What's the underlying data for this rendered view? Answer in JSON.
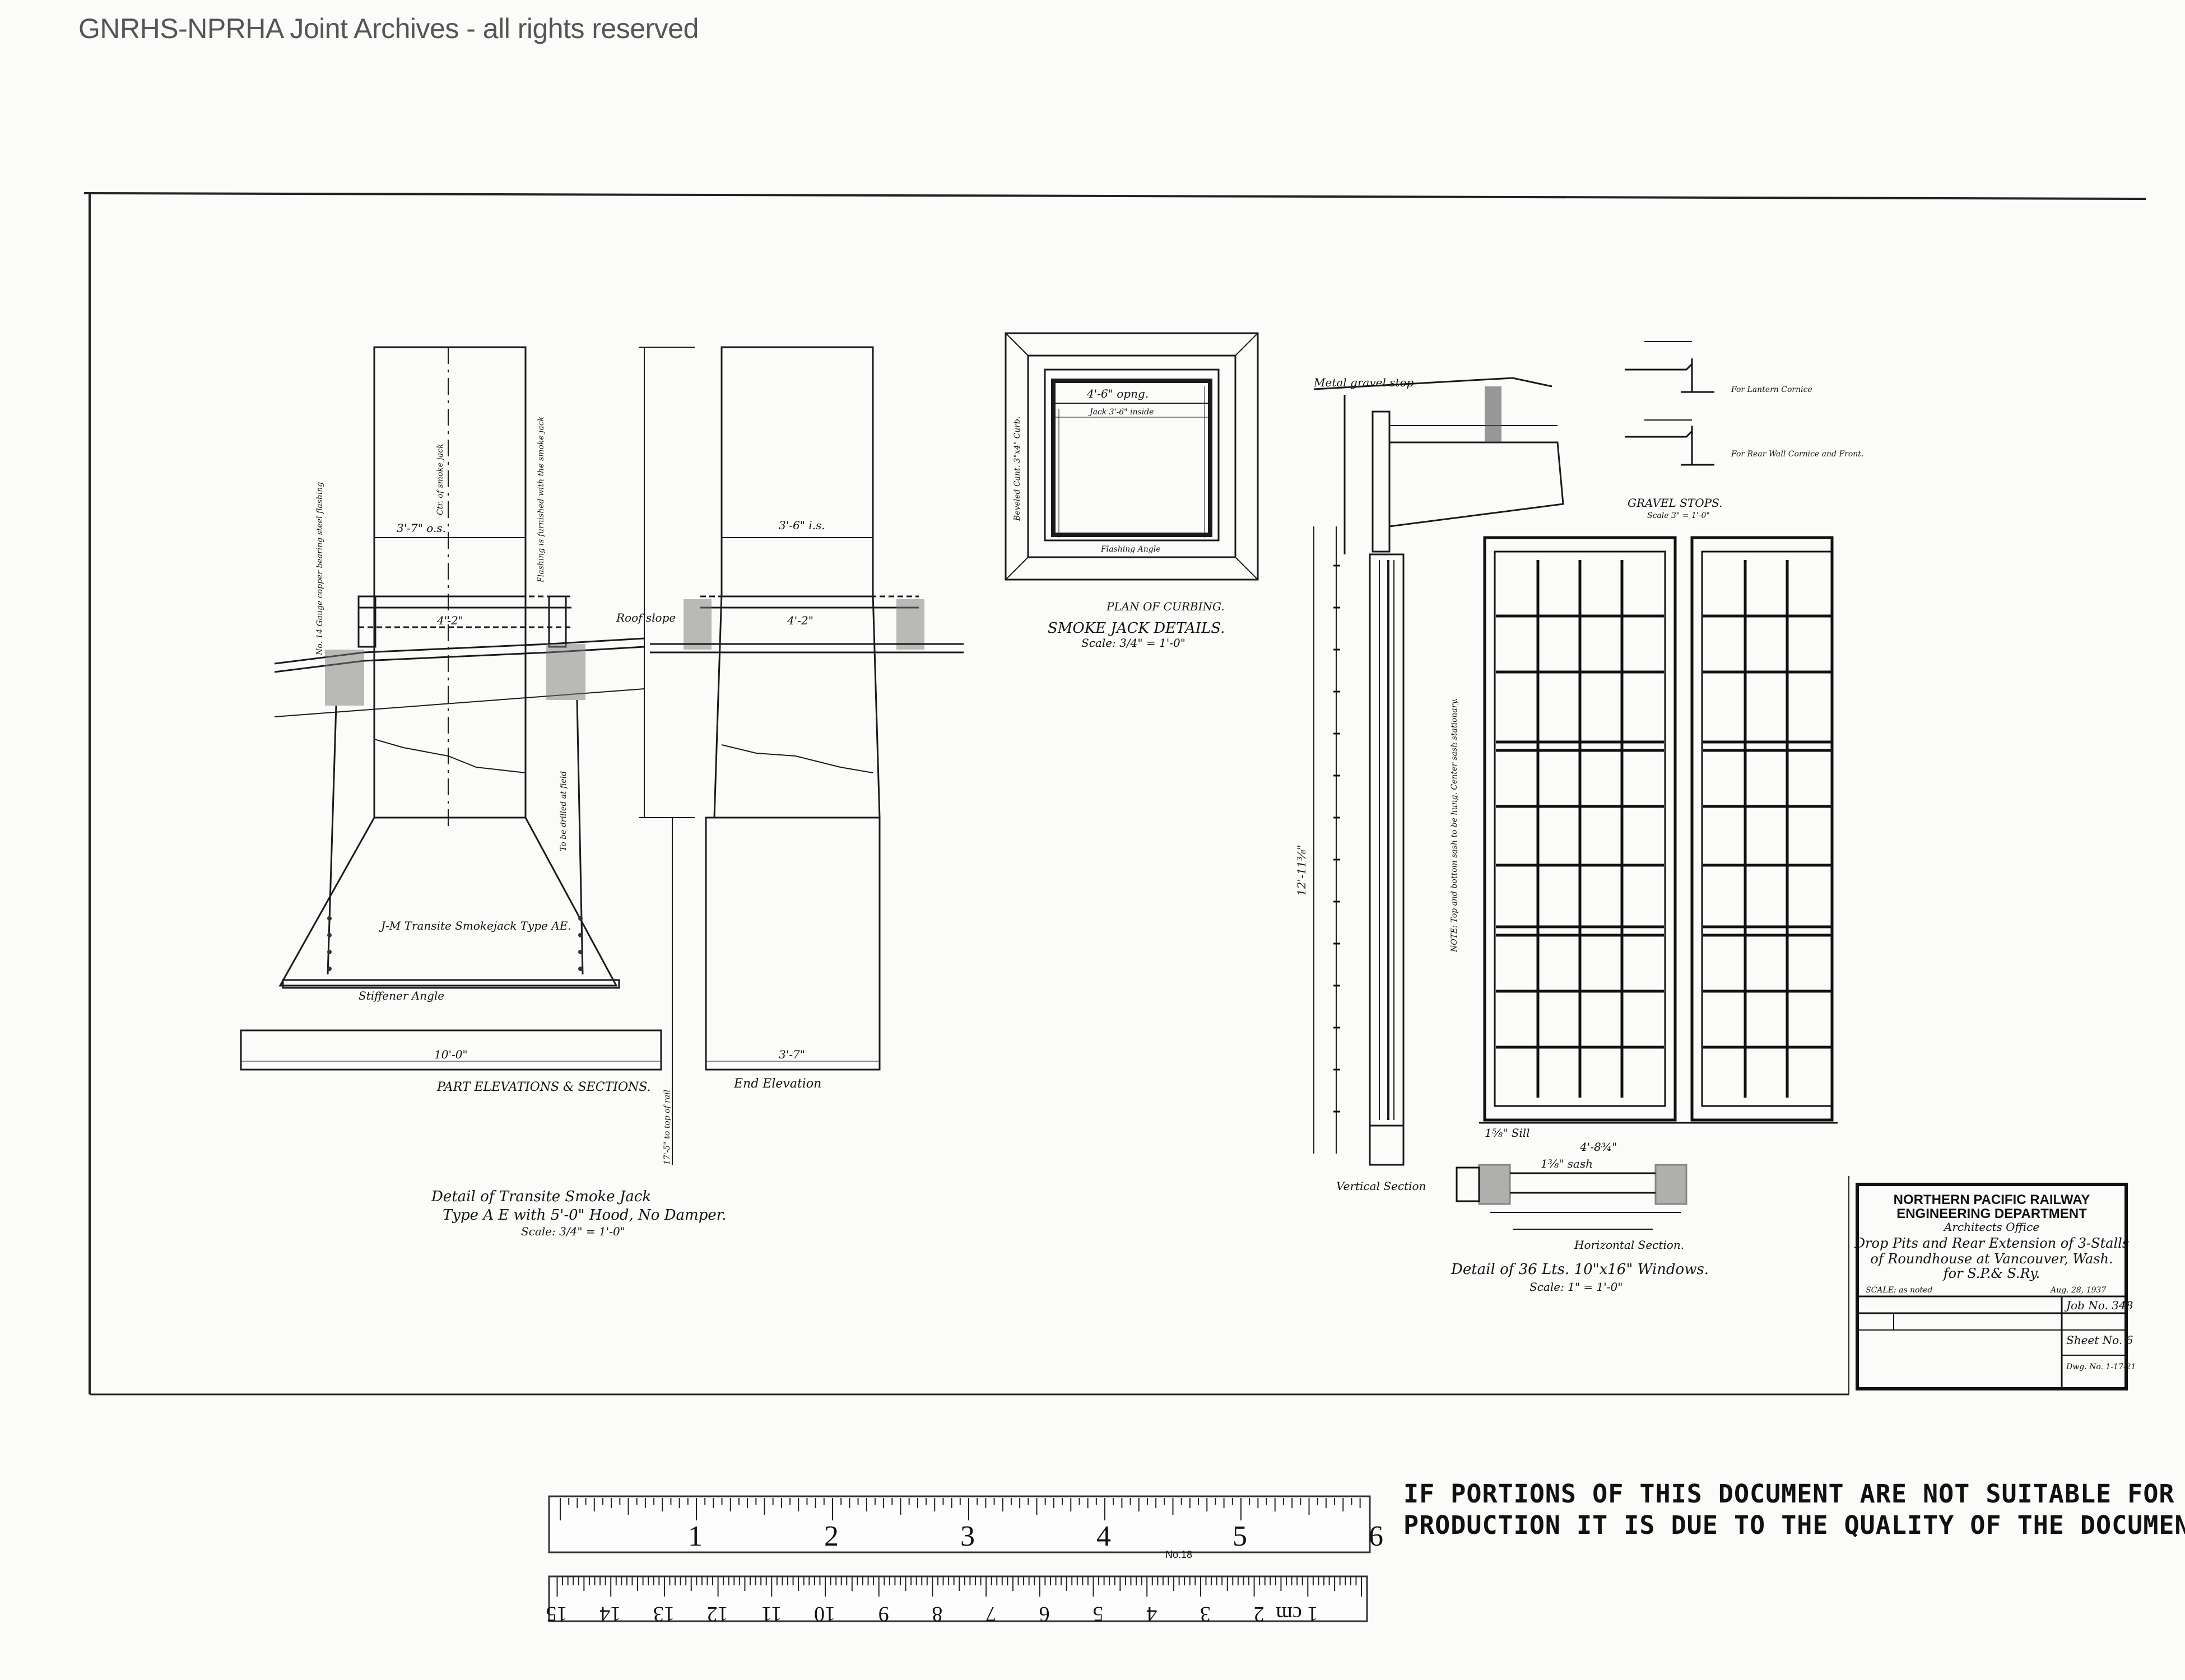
{
  "watermark": "GNRHS-NPRHA Joint Archives - all rights reserved",
  "drawing": {
    "left_detail": {
      "caption_elev": "PART ELEVATIONS & SECTIONS.",
      "caption_end": "End Elevation",
      "title": "Detail of Transite Smoke Jack",
      "subtitle": "Type A E with 5'-0\" Hood, No Damper.",
      "scale": "Scale: 3/4\" = 1'-0\"",
      "label_jack": "J-M Transite Smokejack Type AE.",
      "label_stiffener": "Stiffener Angle",
      "label_flashing": "No. 14 Gauge copper bearing steel flashing",
      "label_center": "Ctr. of smoke jack",
      "label_flash2": "Flashing is furnished with the smoke jack",
      "label_roof": "Roof slope",
      "label_field": "To be drilled at field",
      "dim_37": "3'-7\" o.s.",
      "dim_36": "3'-6\" i.s.",
      "dim_100": "10'-0\"",
      "dim_37b": "3'-7\"",
      "dim_42": "4'-2\"",
      "dim_bottom": "10'-0\"",
      "dim_drop": "17'-5\" to top of rail"
    },
    "curbing": {
      "caption": "PLAN OF CURBING.",
      "title": "SMOKE JACK DETAILS.",
      "scale": "Scale: 3/4\" = 1'-0\"",
      "dim_opng": "4'-6\" opng.",
      "dim_inside": "Jack 3'-6\" inside",
      "label_curb": "Beveled Cant. 3\"x4\" Curb.",
      "label_flash": "Flashing Angle"
    },
    "window": {
      "label_metal": "Metal gravel stop",
      "label_gravel_title": "GRAVEL STOPS.",
      "gravel_scale": "Scale 3\" = 1'-0\"",
      "label_lantern": "For Lantern Cornice",
      "label_rearwall": "For Rear Wall Cornice and Front.",
      "vertical_section": "Vertical Section",
      "horizontal_section": "Horizontal Section.",
      "title": "Detail of 36 Lts. 10\"x16\" Windows.",
      "scale": "Scale: 1\" = 1'-0\"",
      "note": "NOTE: Top and bottom sash to be hung. Center sash stationary.",
      "dim_sash": "1⅜\" sash",
      "dim_width": "4'-8¾\"",
      "dim_sill": "1⅝\" Sill",
      "dim_height": "12'-11⅜\""
    }
  },
  "title_block": {
    "company": "NORTHERN PACIFIC RAILWAY",
    "department": "ENGINEERING DEPARTMENT",
    "office": "Architects Office",
    "line1": "Drop Pits and Rear Extension of 3-Stalls",
    "line2": "of Roundhouse at Vancouver, Wash.",
    "line3": "for S.P.& S.Ry.",
    "scale_label": "SCALE: as noted",
    "date": "Aug. 28, 1937",
    "job": "Job No. 348",
    "sheet": "Sheet No. 6",
    "dwg": "Dwg. No. 1-17-21"
  },
  "ruler": {
    "inches": [
      "1",
      "2",
      "3",
      "4",
      "5",
      "6"
    ],
    "cm": [
      "1 cm",
      "2",
      "3",
      "4",
      "5",
      "6",
      "7",
      "8",
      "9",
      "10",
      "11",
      "12",
      "13",
      "14",
      "15"
    ],
    "maker": "No.18"
  },
  "notice": {
    "line1": "IF PORTIONS OF THIS DOCUMENT ARE NOT SUITABLE FOR RE-",
    "line2": "PRODUCTION IT IS DUE TO THE QUALITY OF THE DOCUMENT."
  }
}
